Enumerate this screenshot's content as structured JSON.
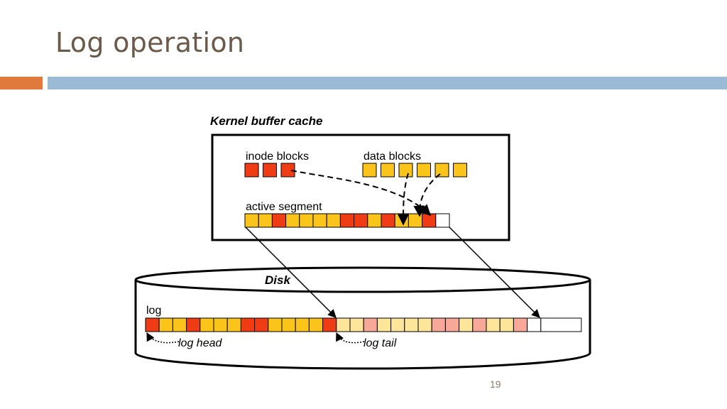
{
  "slide": {
    "title": "Log operation",
    "page_number": "19"
  },
  "diagram": {
    "cache_title": "Kernel buffer cache",
    "inode_label": "inode blocks",
    "data_label": "data blocks",
    "segment_label": "active segment",
    "disk_label": "Disk",
    "log_label": "log",
    "log_head_label": "log head",
    "log_tail_label": "log tail",
    "colors": {
      "inode": "#f03c14",
      "data": "#fbc41a",
      "old_inode": "#f8a898",
      "old_data": "#fde59a",
      "empty": "#ffffff"
    },
    "inode_blocks": [
      "inode",
      "inode",
      "inode"
    ],
    "data_blocks": [
      "data",
      "data",
      "data",
      "data",
      "data",
      "data"
    ],
    "active_segment": [
      "data",
      "data",
      "inode",
      "data",
      "data",
      "data",
      "data",
      "inode",
      "inode",
      "data",
      "inode",
      "data",
      "data",
      "inode",
      "empty"
    ],
    "log_blocks": [
      "inode",
      "data",
      "data",
      "inode",
      "data",
      "data",
      "data",
      "inode",
      "inode",
      "data",
      "data",
      "data",
      "data",
      "inode",
      "old_data",
      "old_data",
      "old_inode",
      "old_data",
      "old_data",
      "old_data",
      "old_data",
      "old_inode",
      "old_inode",
      "old_data",
      "old_inode",
      "old_data",
      "old_data",
      "old_inode",
      "empty",
      "empty_wide"
    ]
  }
}
